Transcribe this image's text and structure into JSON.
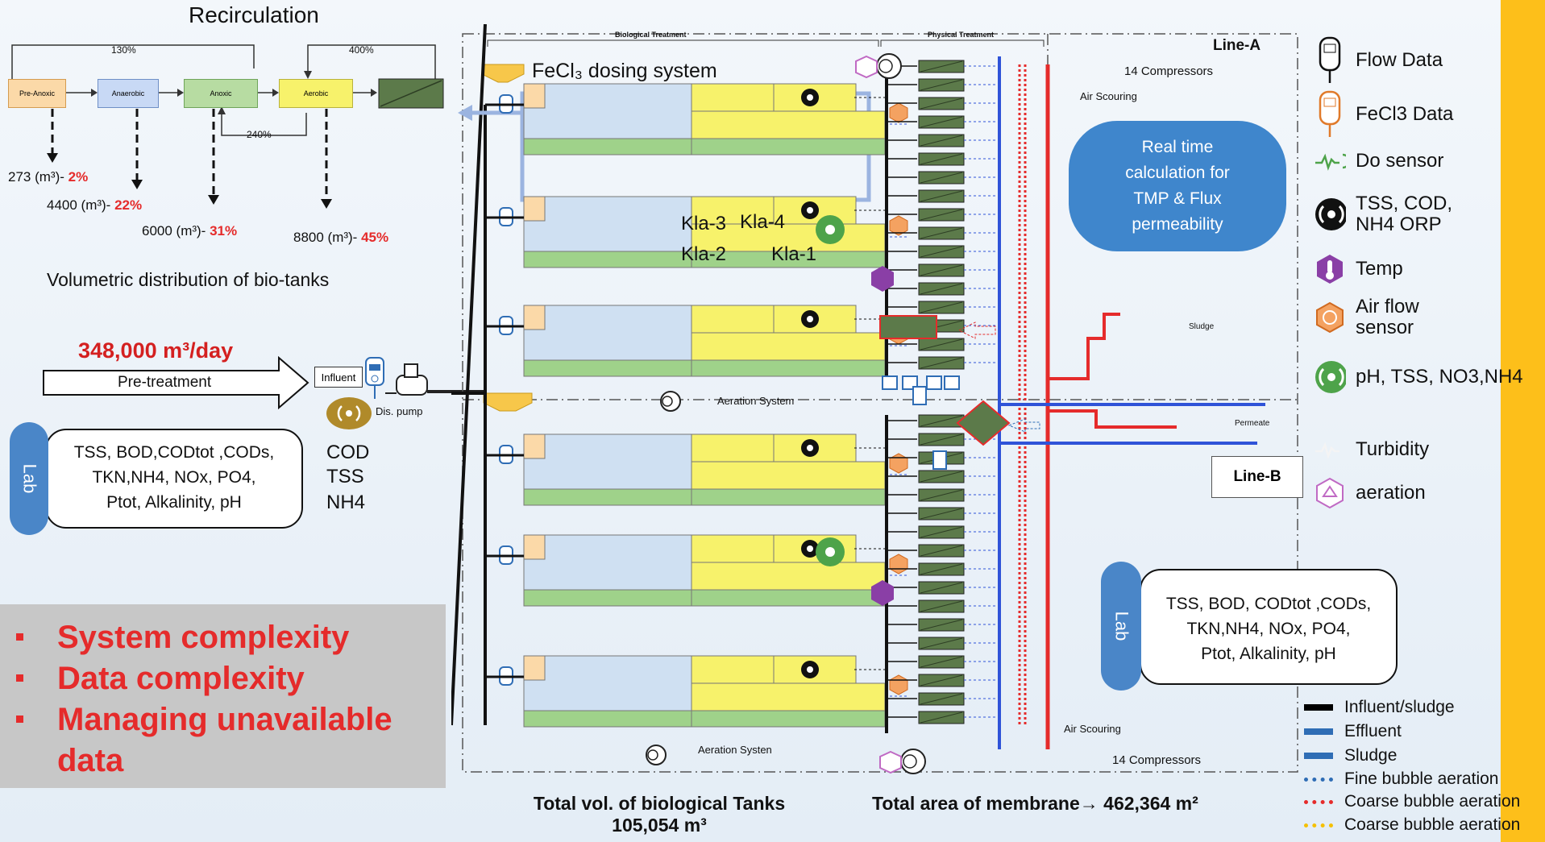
{
  "recirc": {
    "title": "Recirculation",
    "pct_130": "130%",
    "pct_400": "400%",
    "pct_240": "240%",
    "stages": [
      "Pre-Anoxic",
      "Anaerobic",
      "Anoxic",
      "Aerobic"
    ],
    "volumes": [
      {
        "text": "273 (m³)- ",
        "pct": "2%"
      },
      {
        "text": "4400 (m³)- ",
        "pct": "22%"
      },
      {
        "text": "6000 (m³)- ",
        "pct": "31%"
      },
      {
        "text": "8800 (m³)- ",
        "pct": "45%"
      }
    ],
    "caption": "Volumetric distribution of bio-tanks"
  },
  "pretreat": {
    "flow": "348,000 m³/day",
    "label": "Pre-treatment",
    "influent": "Influent",
    "dis_pump": "Dis. pump",
    "sensor_text": [
      "COD",
      "TSS",
      "NH4"
    ]
  },
  "lab_left": {
    "tag": "Lab",
    "lines": [
      "TSS, BOD,CODtot ,CODs,",
      "TKN,NH4, NOx, PO4,",
      "Ptot, Alkalinity, pH"
    ]
  },
  "bullets": [
    "System complexity",
    "Data complexity",
    "Managing unavailable data"
  ],
  "plant": {
    "bio_header": "Biological Treatment",
    "phys_header": "Physical Treatment",
    "fecl3": "FeCl₃ dosing system",
    "kla": [
      "Kla-3",
      "Kla-4",
      "Kla-2",
      "Kla-1"
    ],
    "aeration_top": "Aeration System",
    "aeration_bottom": "Aeration Systen",
    "line_a": "Line-A",
    "line_b": "Line-B",
    "compressors": "14 Compressors",
    "air_scouring": "Air Scouring",
    "sludge": "Sludge",
    "permeate": "Permeate",
    "realtime": [
      "Real time",
      "calculation for",
      "TMP & Flux",
      "permeability"
    ],
    "total_bio": [
      "Total vol. of biological Tanks",
      "105,054 m³"
    ],
    "total_membrane": "Total  area of membrane→ 462,364 m²"
  },
  "lab_right": {
    "tag": "Lab",
    "lines": [
      "TSS, BOD, CODtot ,CODs,",
      "TKN,NH4, NOx, PO4,",
      "Ptot, Alkalinity, pH"
    ]
  },
  "legend": [
    {
      "icon": "flow-meter-icon",
      "label": "Flow Data"
    },
    {
      "icon": "fecl3-meter-icon",
      "label": "FeCl3  Data"
    },
    {
      "icon": "do-sensor-icon",
      "label": "Do sensor"
    },
    {
      "icon": "tss-sensor-icon",
      "label": "TSS, COD, NH4 ORP"
    },
    {
      "icon": "temp-icon",
      "label": "Temp"
    },
    {
      "icon": "air-flow-icon",
      "label": "Air flow sensor"
    },
    {
      "icon": "ph-sensor-icon",
      "label": "pH, TSS, NO3,NH4"
    },
    {
      "icon": "turbidity-icon",
      "label": "Turbidity"
    },
    {
      "icon": "aeration-icon",
      "label": "aeration"
    }
  ],
  "line_key": [
    {
      "label": "Influent/sludge",
      "color": "#000000",
      "style": "solid"
    },
    {
      "label": "Effluent",
      "color": "#2f6db5",
      "style": "solid"
    },
    {
      "label": "Sludge",
      "color": "#2f6db5",
      "style": "solid"
    },
    {
      "label": "Fine bubble aeration",
      "color": "#2f6db5",
      "style": "dotted"
    },
    {
      "label": "Coarse bubble aeration",
      "color": "#e52b2b",
      "style": "dotted"
    },
    {
      "label": "Coarse bubble aeration",
      "color": "#f5c000",
      "style": "dotted"
    }
  ],
  "colors": {
    "gold": "#fdbf1a",
    "red": "#e52b2b",
    "blue": "#3f86cc",
    "green": "#5c7a4a",
    "yellow": "#f7f26b"
  }
}
